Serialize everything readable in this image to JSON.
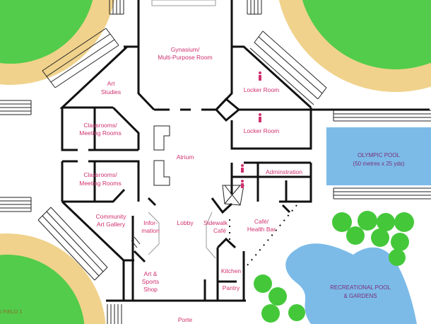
{
  "rooms": {
    "gym": [
      "Gynasium/",
      "Multi-Purpose Room"
    ],
    "art_studies": [
      "Art",
      "Studies"
    ],
    "locker_room_1": "Locker Room",
    "locker_room_2": "Locker Room",
    "classrooms_1": [
      "Classrooms/",
      "Meeting Rooms"
    ],
    "classrooms_2": [
      "Classrooms/",
      "Meeting Rooms"
    ],
    "atrium": "Atrium",
    "administration": "Adminstration",
    "gallery": [
      "Community",
      "Art Gallery"
    ],
    "information": [
      "Infor-",
      "mation"
    ],
    "lobby": "Lobby",
    "sidewalk_cafe": [
      "Sidewalk",
      "Café"
    ],
    "cafe_health_bar": [
      "Café/",
      "Health Bar"
    ],
    "shop": [
      "Art &",
      "Sports",
      "Shop"
    ],
    "kitchen": "Kitchen",
    "pantry": "Pantry",
    "porte": "Porte"
  },
  "outdoor": {
    "olympic_pool": [
      "OLYMPIC POOL",
      "(50 metres x 25 yds)"
    ],
    "recreational_pool": [
      "RECREATIONAL POOL",
      "& GARDENS"
    ],
    "field": "S FIELD 1"
  },
  "colors": {
    "grass": "#52cc4a",
    "track": "#f0d28c",
    "water": "#7cbbe8",
    "label": "#d0306e"
  }
}
